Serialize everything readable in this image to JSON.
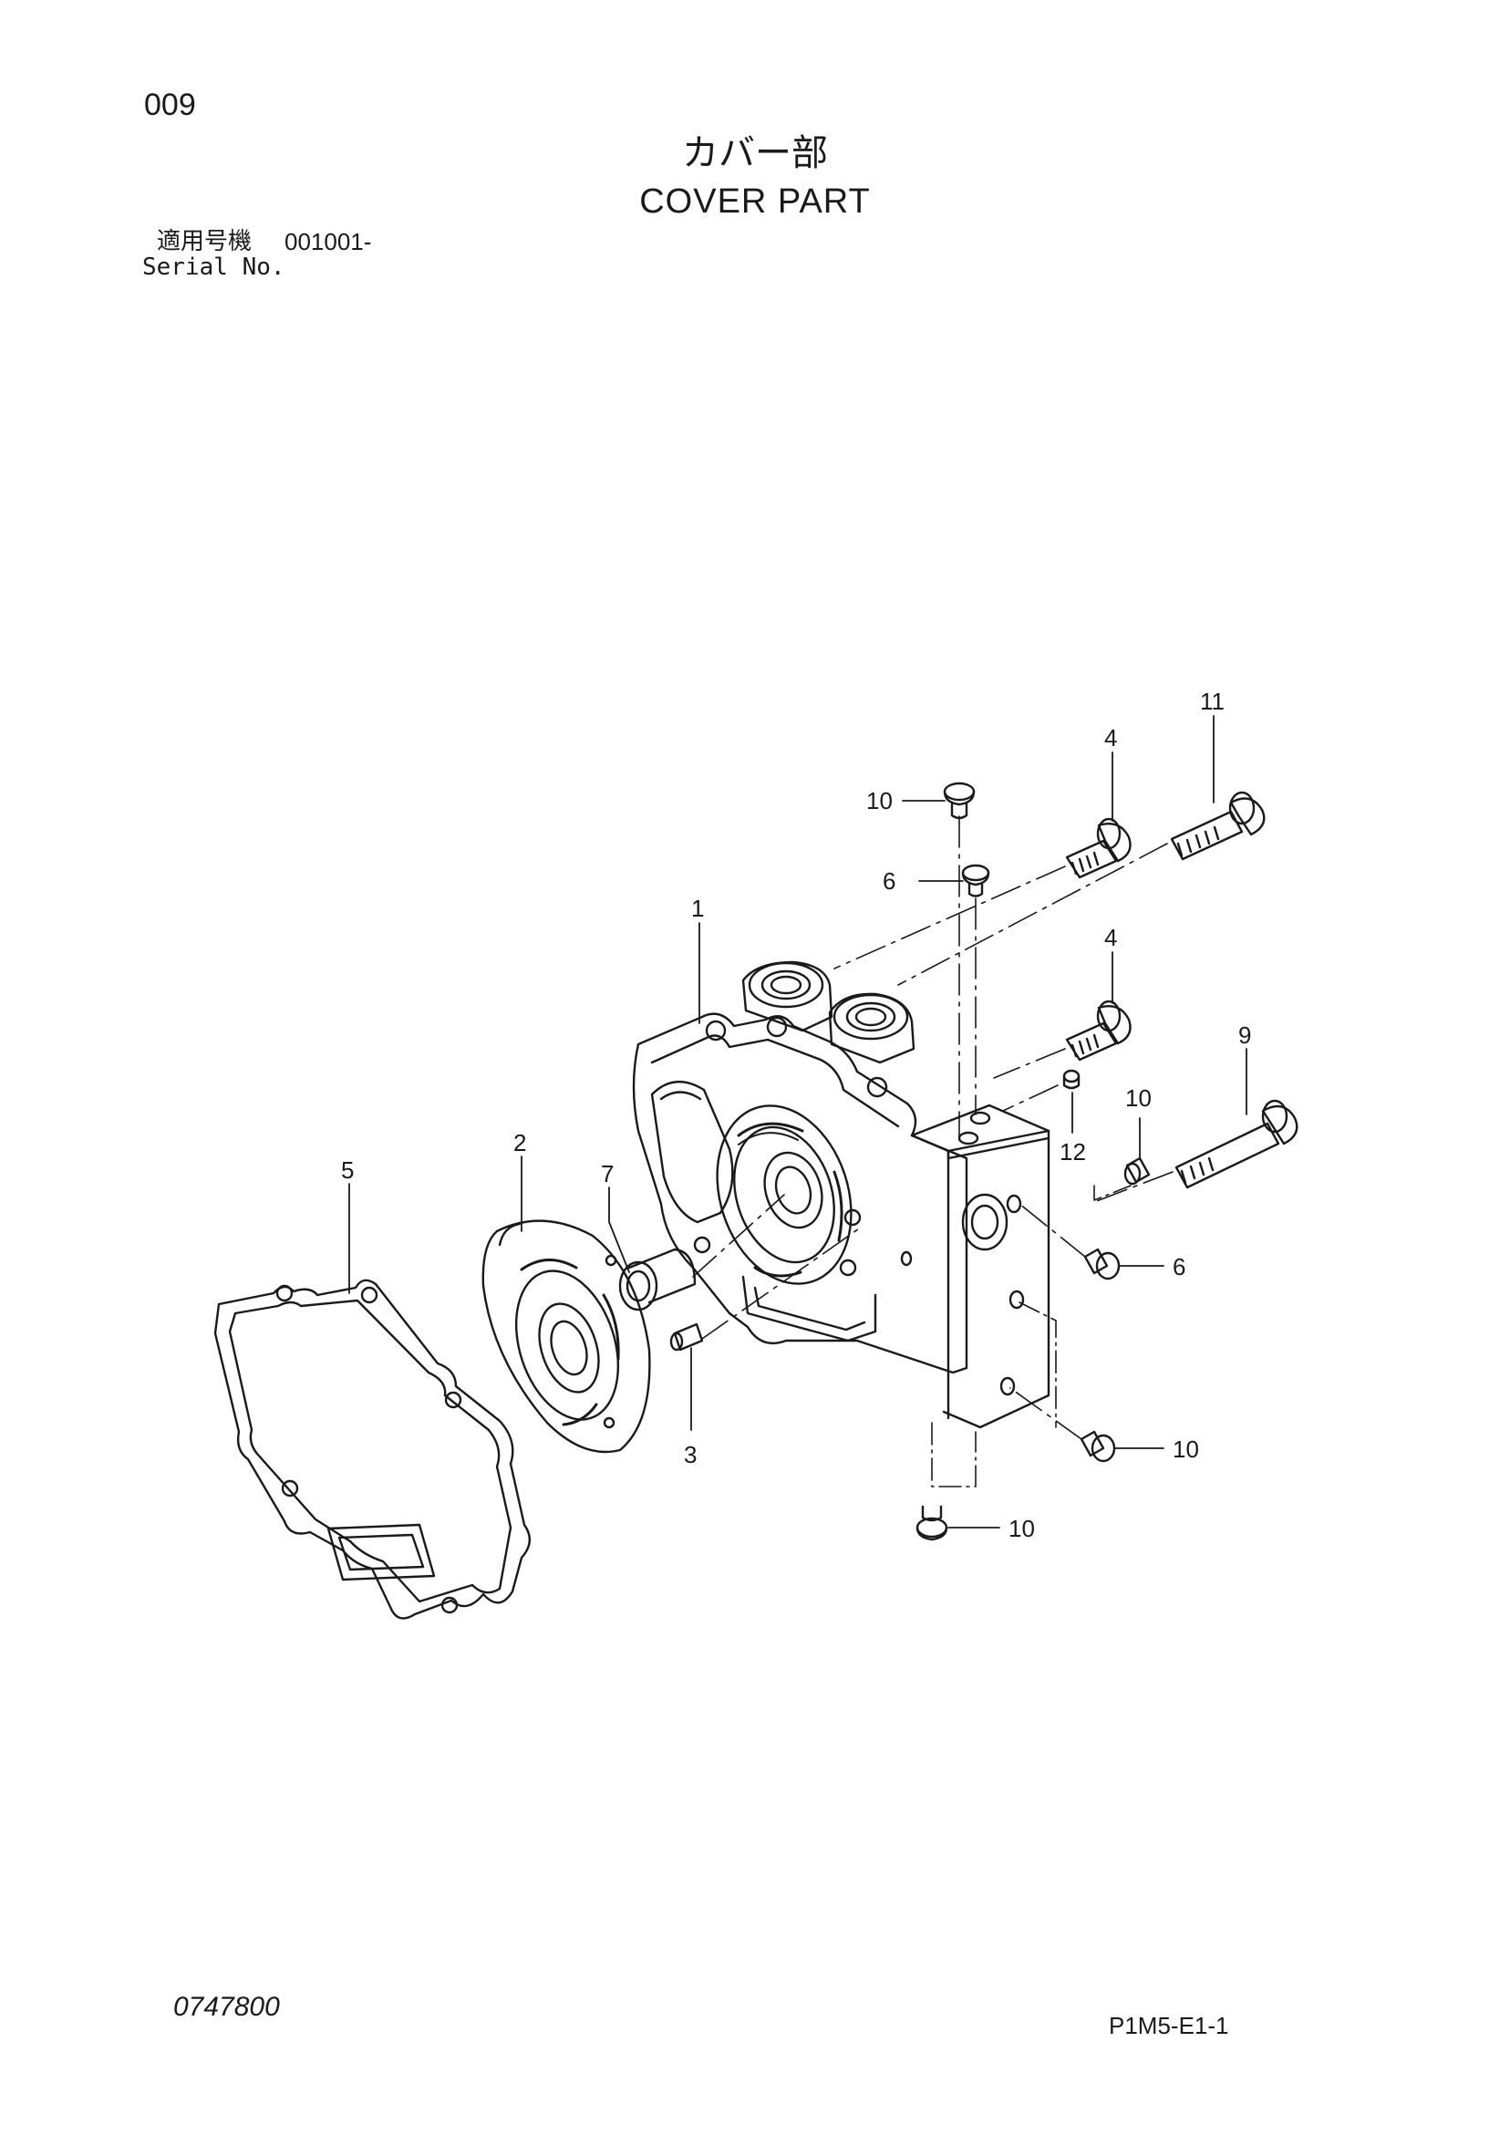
{
  "header": {
    "page_number": "009",
    "title_jp": "カバー部",
    "title_en": "COVER PART",
    "serial_label_jp": "適用号機",
    "serial_value": "001001-",
    "serial_label_en": "Serial No."
  },
  "callouts": {
    "c1": "1",
    "c2": "2",
    "c3": "3",
    "c4a": "4",
    "c4b": "4",
    "c5": "5",
    "c6a": "6",
    "c6b": "6",
    "c7": "7",
    "c9": "9",
    "c10a": "10",
    "c10b": "10",
    "c10c": "10",
    "c10d": "10",
    "c11": "11",
    "c12": "12"
  },
  "footer": {
    "doc_code": "0747800",
    "figure_code": "P1M5-E1-1"
  }
}
